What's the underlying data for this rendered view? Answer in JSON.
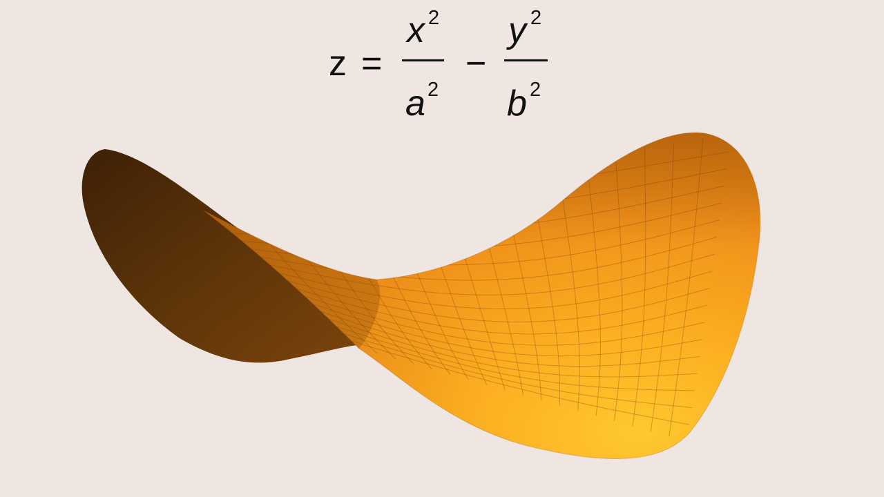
{
  "equation": {
    "lhs": "z",
    "equals": "=",
    "minus": "−",
    "term1": {
      "numerator_var": "x",
      "numerator_exp": "2",
      "denominator_var": "a",
      "denominator_exp": "2"
    },
    "term2": {
      "numerator_var": "y",
      "numerator_exp": "2",
      "denominator_var": "b",
      "denominator_exp": "2"
    }
  },
  "surface": {
    "shape": "hyperbolic paraboloid (saddle)",
    "colors": {
      "background": "#efe6e1",
      "light": "#ffc82e",
      "mid": "#f2921b",
      "dark": "#c46a0f",
      "shadow": "#4e2a08",
      "grid": "#6a3b0a"
    }
  }
}
